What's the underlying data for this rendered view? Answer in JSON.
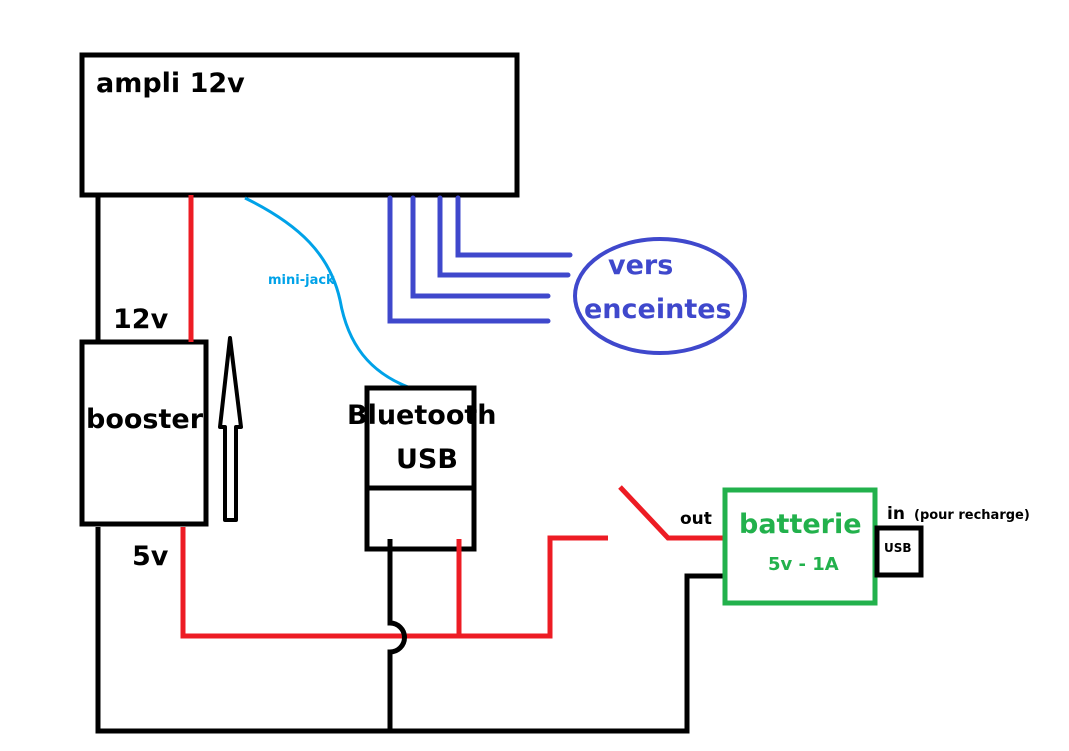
{
  "colors": {
    "wire_black": "#000000",
    "wire_red": "#ed1c24",
    "wire_blue": "#3f48cc",
    "wire_cyan": "#00a2e8",
    "battery_green": "#22b14c"
  },
  "components": {
    "amplifier": {
      "label": "ampli 12v"
    },
    "booster": {
      "label": "booster",
      "output_label": "12v",
      "input_label": "5v"
    },
    "bluetooth": {
      "label_line1": "Bluetooth",
      "label_line2": "USB"
    },
    "speakers": {
      "label_line1": "vers",
      "label_line2": "enceintes"
    },
    "battery": {
      "label": "batterie",
      "rating": "5v - 1A",
      "out_label": "out",
      "in_label": "in",
      "recharge_note": "(pour recharge)",
      "usb_port_label": "USB"
    },
    "audio_cable": {
      "label": "mini-jack"
    }
  }
}
